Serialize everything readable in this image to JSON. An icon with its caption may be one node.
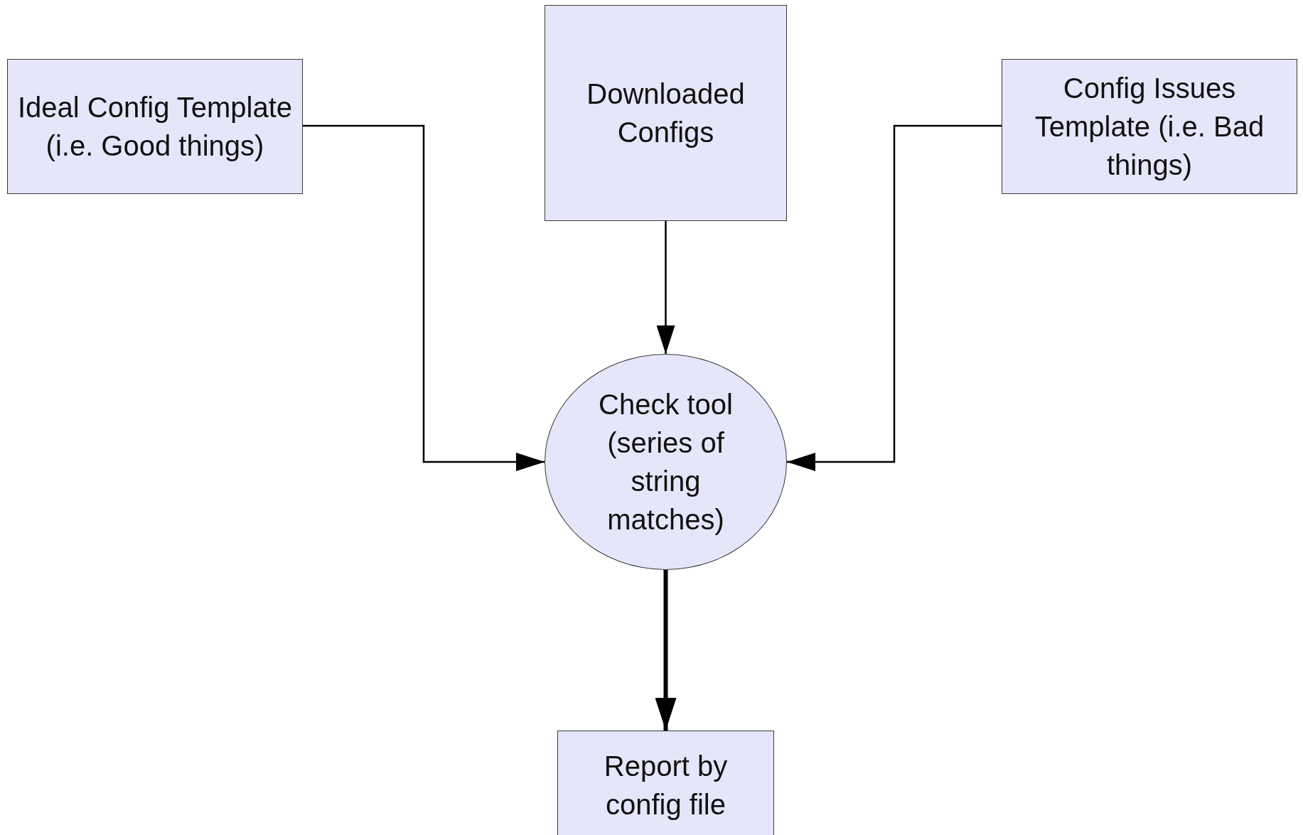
{
  "diagram": {
    "nodes": [
      {
        "text": [
          "Ideal Config Template (i.e. Good things)"
        ]
      },
      {
        "text": [
          "Downloaded Configs"
        ]
      },
      {
        "text": [
          "Config Issues Template (i.e. Bad things)"
        ]
      },
      {
        "text": [
          "Check tool (series of string matches)"
        ]
      },
      {
        "text": [
          "Report by config file"
        ]
      }
    ],
    "edges": [
      {
        "from": 0,
        "to": 3,
        "arrow": "to"
      },
      {
        "from": 1,
        "to": 3,
        "arrow": "to"
      },
      {
        "from": 2,
        "to": 3,
        "arrow": "to"
      },
      {
        "from": 3,
        "to": 4,
        "arrow": "to",
        "style": "thick"
      }
    ]
  }
}
